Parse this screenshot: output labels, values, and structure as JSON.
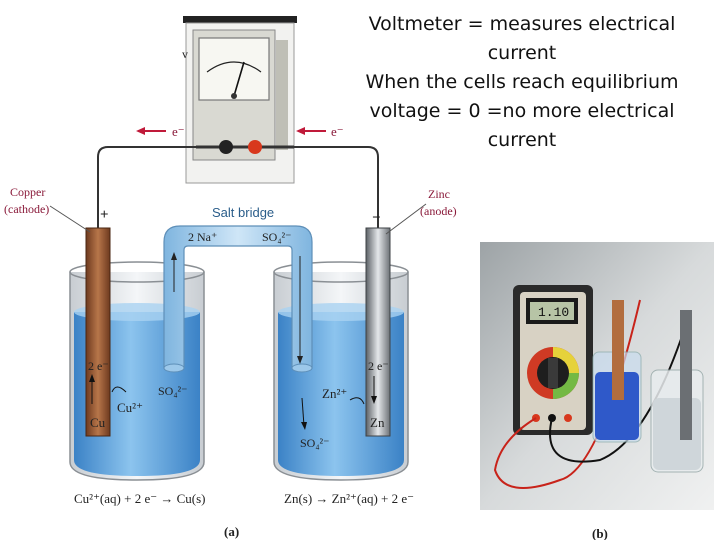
{
  "note": {
    "lines": [
      "Voltmeter = measures electrical",
      "current",
      "When the cells reach equilibrium",
      "voltage = 0 =no more electrical",
      "current"
    ]
  },
  "diagram_a": {
    "electron_left": "e⁻",
    "electron_right": "e⁻",
    "copper_label_1": "Copper",
    "copper_label_2": "(cathode)",
    "zinc_label_1": "Zinc",
    "zinc_label_2": "(anode)",
    "plus_sign": "+",
    "minus_sign": "−",
    "salt_bridge": "Salt bridge",
    "na_ion": "2 Na⁺",
    "so4_bridge": "SO₄²⁻",
    "left_2e": "2 e⁻",
    "cu_symbol": "Cu",
    "cu2_ion": "Cu²⁺",
    "so4_left": "SO₄²⁻",
    "zn2_ion": "Zn²⁺",
    "so4_right": "SO₄²⁻",
    "right_2e": "2 e⁻",
    "zn_symbol": "Zn",
    "eq_left": "Cu²⁺(aq) + 2 e⁻ → Cu(s)",
    "eq_right": "Zn(s) → Zn²⁺(aq) + 2 e⁻",
    "panel_label": "(a)"
  },
  "diagram_b": {
    "meter_display": "1.10",
    "panel_label": "(b)"
  },
  "colors": {
    "solution_blue": "#5aa8e0",
    "copper": "#9a5a35",
    "zinc": "#9aa0a6",
    "wire": "#333333",
    "electron_red": "#c01a3a"
  }
}
